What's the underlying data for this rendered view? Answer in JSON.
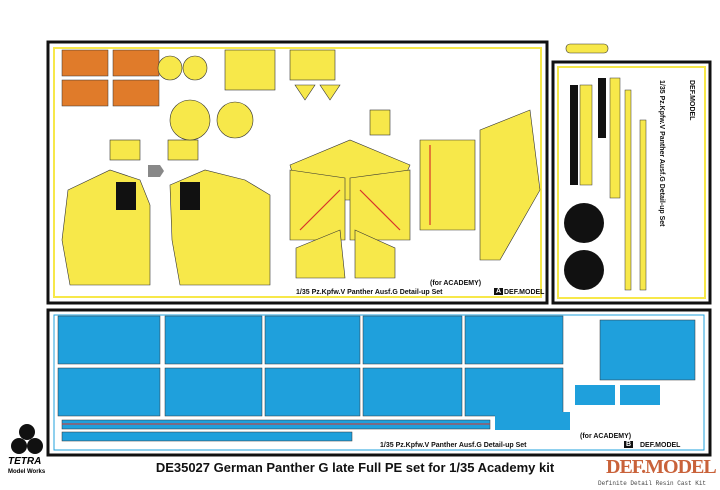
{
  "caption": "DE35027 German Panther G late Full PE set for 1/35 Academy kit",
  "sheet_a": {
    "title": "1/35  Pz.Kpfw.V  Panther Ausf.G Detail-up Set",
    "note": "(for ACADEMY)",
    "letter": "A",
    "brand": "DEF.MODEL"
  },
  "sheet_b": {
    "title": "1/35  Pz.Kpfw.V  Panther Ausf.G Detail-up Set",
    "note": "(for ACADEMY)",
    "letter": "B",
    "brand": "DEF.MODEL"
  },
  "sheet_side": {
    "title": "1/35 Pz.Kpfw.V Panther Ausf.G Detail-up Set",
    "brand": "DEF.MODEL"
  },
  "tetra": {
    "name": "TETRA",
    "sub": "Model Works"
  },
  "defmodel": {
    "logo": "DEF.MODEL",
    "tagline": "Definite Detail Resin Cast Kit"
  },
  "colors": {
    "yellow": "#f7e84a",
    "blue": "#1fa0dc",
    "frame": "#111111",
    "red": "#d8332a"
  }
}
